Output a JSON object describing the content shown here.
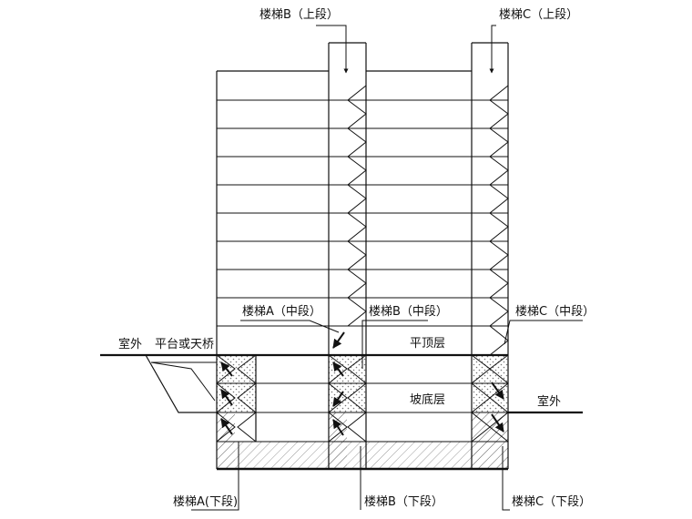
{
  "labels": {
    "stair_b_upper": "楼梯B（上段）",
    "stair_c_upper": "楼梯C（上段）",
    "stair_a_middle": "楼梯A（中段）",
    "stair_b_middle": "楼梯B（中段）",
    "stair_c_middle": "楼梯C（中段）",
    "outdoor_left": "室外",
    "platform_or_bridge": "平台或天桥",
    "flat_top_floor": "平顶层",
    "slope_bottom_floor": "坡底层",
    "outdoor_right": "室外",
    "stair_a_lower": "楼梯A(下段)",
    "stair_b_lower": "楼梯B（下段）",
    "stair_c_lower": "楼梯C（下段）"
  },
  "colors": {
    "line": "#111111",
    "hatch": "#555555",
    "dots": "#777777",
    "background": "#ffffff"
  }
}
